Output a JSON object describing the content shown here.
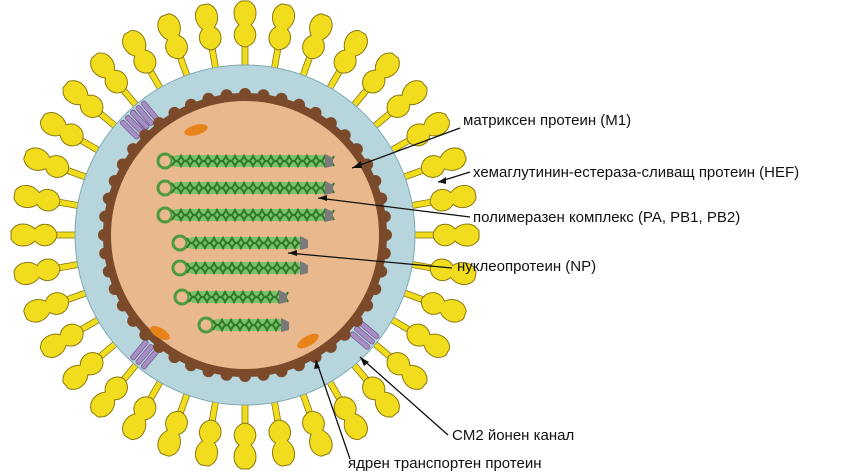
{
  "labels": {
    "matrix": "матриксен протеин (М1)",
    "hef": "хемаглутинин-естераза-сливащ протеин (HEF)",
    "polymerase": "полимеразен комплекс (PA, PB1, PB2)",
    "np": "нуклеопротеин (NP)",
    "cm2": "CM2 йонен канал",
    "nep": "ядрен транспортен протеин"
  },
  "colors": {
    "spike": "#f2dc1e",
    "spike_outline": "#8a7a10",
    "envelope": "#b7d5dc",
    "matrix_layer": "#7a4a2a",
    "core": "#e9b88c",
    "rnp": "#4e9a3e",
    "polymerase": "#7a7a7a",
    "channel": "#a88cc4",
    "nep": "#e8831a"
  }
}
